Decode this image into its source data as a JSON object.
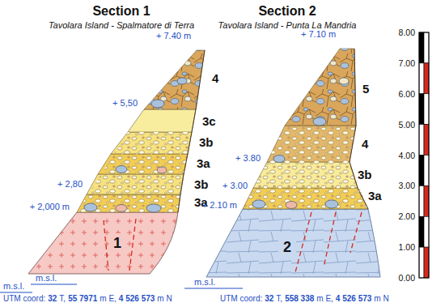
{
  "diagram": {
    "labels": [
      "Section 1",
      "Tavolara Island - Spalmatore di Terra",
      "Section 2",
      "Tavolara Island - Punta La Mandria",
      "+ 7.40 m",
      "4",
      "+ 5,50",
      "3c",
      "3b",
      "3a",
      "+ 2,80",
      "3b",
      "3a",
      "+ 2,000 m",
      "1",
      "m.s.l.",
      "m.s.l.",
      "+ 7.10 m",
      "5",
      "4",
      "+ 3.80",
      "3b",
      "+ 3.00",
      "3a",
      "+ 2.10 m",
      "2",
      "m.s.l.",
      "UTM coord:",
      "32",
      "T,",
      "55 7971",
      "m E,",
      "4 526 573",
      "m N",
      "UTM coord:",
      "32",
      "T,",
      "558 338",
      "m E,",
      "4 526 573",
      "m N",
      "8.00",
      "7.00",
      "6.00",
      "5.00",
      "4.00",
      "3.00",
      "2.00",
      "1.00",
      "0.00"
    ]
  }
}
